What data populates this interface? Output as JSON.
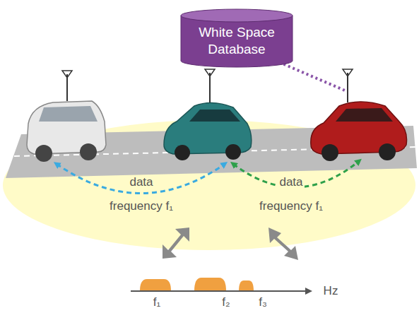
{
  "diagram": {
    "nodes": [
      {
        "text": [
          "White Space Database"
        ]
      }
    ],
    "labels": [
      "data",
      "frequency f₁",
      "data",
      "frequency f₁",
      "f₁",
      "f₂",
      "f₃",
      "Hz"
    ]
  }
}
